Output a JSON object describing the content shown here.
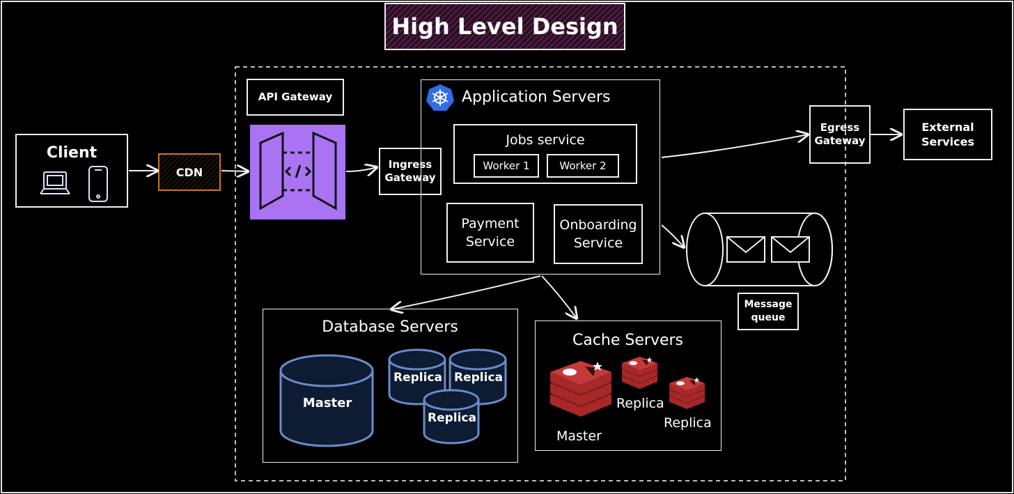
{
  "title": "High Level Design",
  "client": {
    "label": "Client"
  },
  "cdn": {
    "label": "CDN"
  },
  "api_gateway": {
    "label": "API Gateway"
  },
  "ingress_gateway": {
    "label_line1": "Ingress",
    "label_line2": "Gateway"
  },
  "app_servers": {
    "title": "Application Servers",
    "jobs_service": {
      "label": "Jobs service",
      "workers": [
        "Worker 1",
        "Worker 2"
      ]
    },
    "payment_service": {
      "line1": "Payment",
      "line2": "Service"
    },
    "onboarding_service": {
      "line1": "Onboarding",
      "line2": "Service"
    }
  },
  "egress_gateway": {
    "line1": "Egress",
    "line2": "Gateway"
  },
  "external_services": {
    "line1": "External",
    "line2": "Services"
  },
  "message_queue": {
    "line1": "Message",
    "line2": "queue"
  },
  "database_servers": {
    "title": "Database Servers",
    "master": "Master",
    "replicas": [
      "Replica",
      "Replica",
      "Replica"
    ]
  },
  "cache_servers": {
    "title": "Cache Servers",
    "master": "Master",
    "replicas": [
      "Replica",
      "Replica"
    ]
  },
  "colors": {
    "background": "#000000",
    "stroke": "#f2f2f2",
    "title_fill": "#2b0f25",
    "cdn_border": "#c9772a",
    "api_gateway_fill": "#a973f4",
    "db_fill": "#0d1b33",
    "db_stroke": "#6b8cc9",
    "cache_red": "#a62828",
    "k8s_blue": "#326ce5"
  },
  "icons": [
    "laptop-icon",
    "phone-icon",
    "api-gateway-icon",
    "kubernetes-icon",
    "envelope-icon",
    "database-icon",
    "redis-icon"
  ]
}
